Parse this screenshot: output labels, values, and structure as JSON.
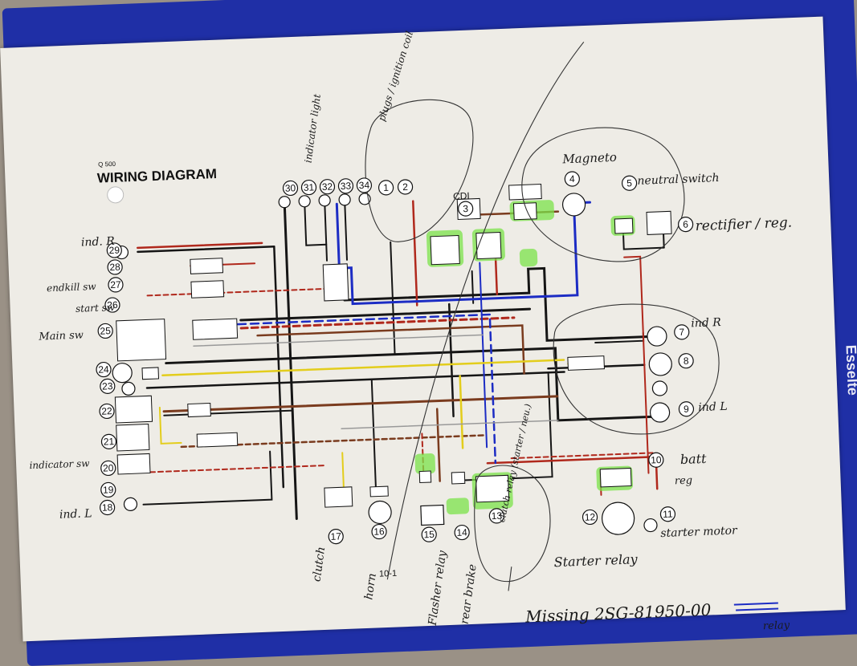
{
  "title": "WIRING DIAGRAM",
  "model_code": "Q 500",
  "page_number": "10-1",
  "binder_brand": "Esselte",
  "printed_labels": [
    "CDI"
  ],
  "components": [
    {
      "num": "1"
    },
    {
      "num": "2"
    },
    {
      "num": "3"
    },
    {
      "num": "4"
    },
    {
      "num": "5"
    },
    {
      "num": "6"
    },
    {
      "num": "7"
    },
    {
      "num": "8"
    },
    {
      "num": "9"
    },
    {
      "num": "10"
    },
    {
      "num": "11"
    },
    {
      "num": "12"
    },
    {
      "num": "13"
    },
    {
      "num": "14"
    },
    {
      "num": "15"
    },
    {
      "num": "16"
    },
    {
      "num": "17"
    },
    {
      "num": "18"
    },
    {
      "num": "19"
    },
    {
      "num": "20"
    },
    {
      "num": "21"
    },
    {
      "num": "22"
    },
    {
      "num": "23"
    },
    {
      "num": "24"
    },
    {
      "num": "25"
    },
    {
      "num": "26"
    },
    {
      "num": "27"
    },
    {
      "num": "28"
    },
    {
      "num": "29"
    },
    {
      "num": "30"
    },
    {
      "num": "31"
    },
    {
      "num": "32"
    },
    {
      "num": "33"
    },
    {
      "num": "34"
    }
  ],
  "handwritten": {
    "plugs_ignition_coil": "plugs / ignition coil",
    "indicator_lights": "indicator light",
    "magneto": "Magneto",
    "neutral_switch": "neutral switch",
    "rectifier_reg": "rectifier / reg.",
    "ind_r_top": "ind. R",
    "ind_r_right": "ind R",
    "ind_l_right": "ind L",
    "ind_l_left": "ind. L",
    "endkill_sw": "endkill sw",
    "start_sw": "start sw",
    "main_sw": "Main sw",
    "indicator_sw": "indicator sw",
    "batt": "batt",
    "reg": "reg",
    "starter_motor": "starter motor",
    "starter_relay": "Starter relay",
    "clutch_relay": "clutch relay (starter / neu.)",
    "clutch": "clutch",
    "horn": "horn",
    "flasher_relay": "Flasher relay",
    "rear_brake": "rear brake",
    "missing_part": "Missing 2SG-81950-00",
    "relay": "relay"
  },
  "wire_colors": {
    "black": "#151515",
    "red": "#b0281c",
    "brown": "#7a3b1e",
    "blue": "#1c2cc4",
    "yellow": "#e3cd1c",
    "green_highlight": "#7be34a",
    "binder_blue": "#1f2fa6",
    "paper": "#eeece6"
  }
}
